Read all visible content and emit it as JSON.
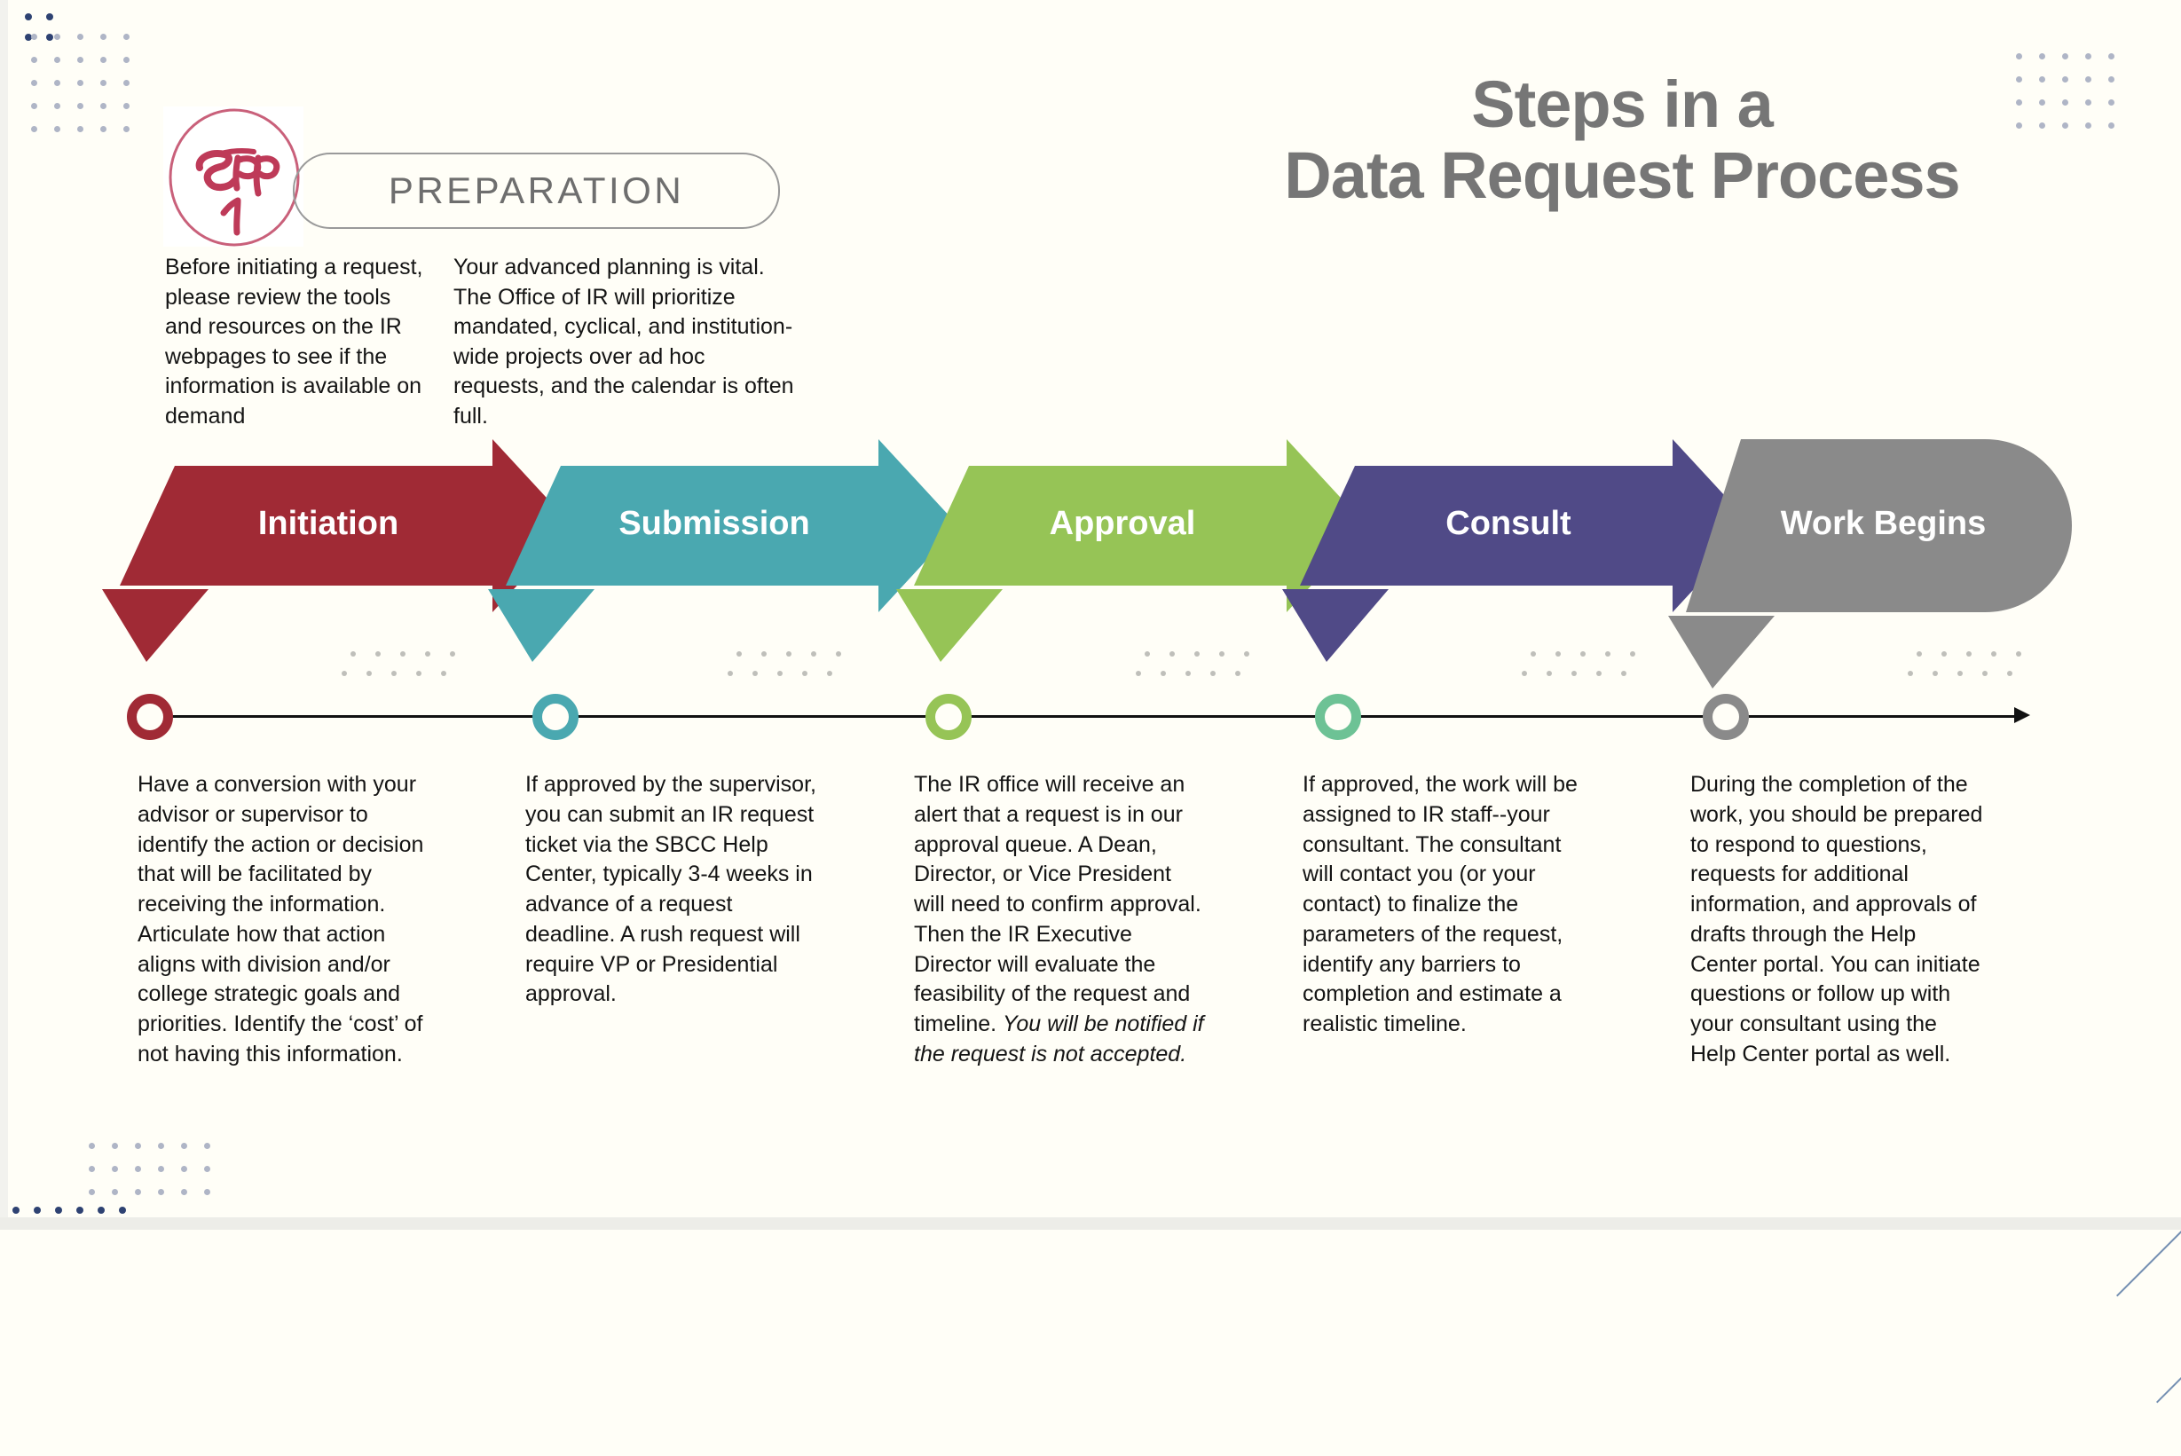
{
  "header": {
    "title_line1": "Steps in a",
    "title_line2": "Data Request Process",
    "title_color": "#767676"
  },
  "step_badge": {
    "word": "Step",
    "number": "1",
    "color": "#C2566E"
  },
  "preparation": {
    "pill_label": "PREPARATION",
    "paragraph_1": "Before initiating a request, please review the tools and resources on the IR webpages to see if the information is available on demand",
    "paragraph_2": "Your advanced planning is  vital. The Office of IR will prioritize mandated, cyclical, and institution-wide projects over ad hoc requests, and the calendar is often full."
  },
  "stages": [
    {
      "label": "Initiation",
      "color": "#A02A35",
      "dot_color": "#A02A35",
      "shape": "arrow",
      "body": "Have a conversion with your advisor or supervisor to identify the action or decision that will be facilitated by receiving the information. Articulate how that action aligns with division and/or college strategic goals and priorities. Identify the ‘cost’ of not having this information."
    },
    {
      "label": "Submission",
      "color": "#4AA8B0",
      "dot_color": "#4AA8B0",
      "shape": "arrow",
      "body": "If approved by the supervisor, you can submit an IR request ticket via the SBCC Help Center, typically 3-4 weeks in advance of a request deadline. A rush request will require VP or Presidential approval."
    },
    {
      "label": "Approval",
      "color": "#96C456",
      "dot_color": "#96C456",
      "shape": "arrow",
      "body_pre": "The IR office will receive an alert that a request is in our approval queue. A Dean, Director, or Vice President will need to confirm approval. Then the IR Executive Director will evaluate the feasibility of the request and timeline. ",
      "body_italic": "You will be notified if the request is not accepted."
    },
    {
      "label": "Consult",
      "color": "#504A87",
      "dot_color": "#6DC295",
      "shape": "arrow",
      "body": "If approved, the work will be assigned to IR staff--your consultant. The consultant will contact you (or your contact) to finalize the parameters of the request, identify any barriers to completion and estimate a realistic timeline."
    },
    {
      "label": "Work Begins",
      "color": "#8A8A8A",
      "dot_color": "#8A8A8A",
      "shape": "rounded",
      "body": "During the completion of the work, you should be prepared to respond to questions, requests for additional information, and approvals of drafts through the Help Center portal. You can initiate questions or follow up with your consultant using the Help Center portal as well."
    }
  ],
  "timeline": {
    "line_color": "#111111"
  }
}
